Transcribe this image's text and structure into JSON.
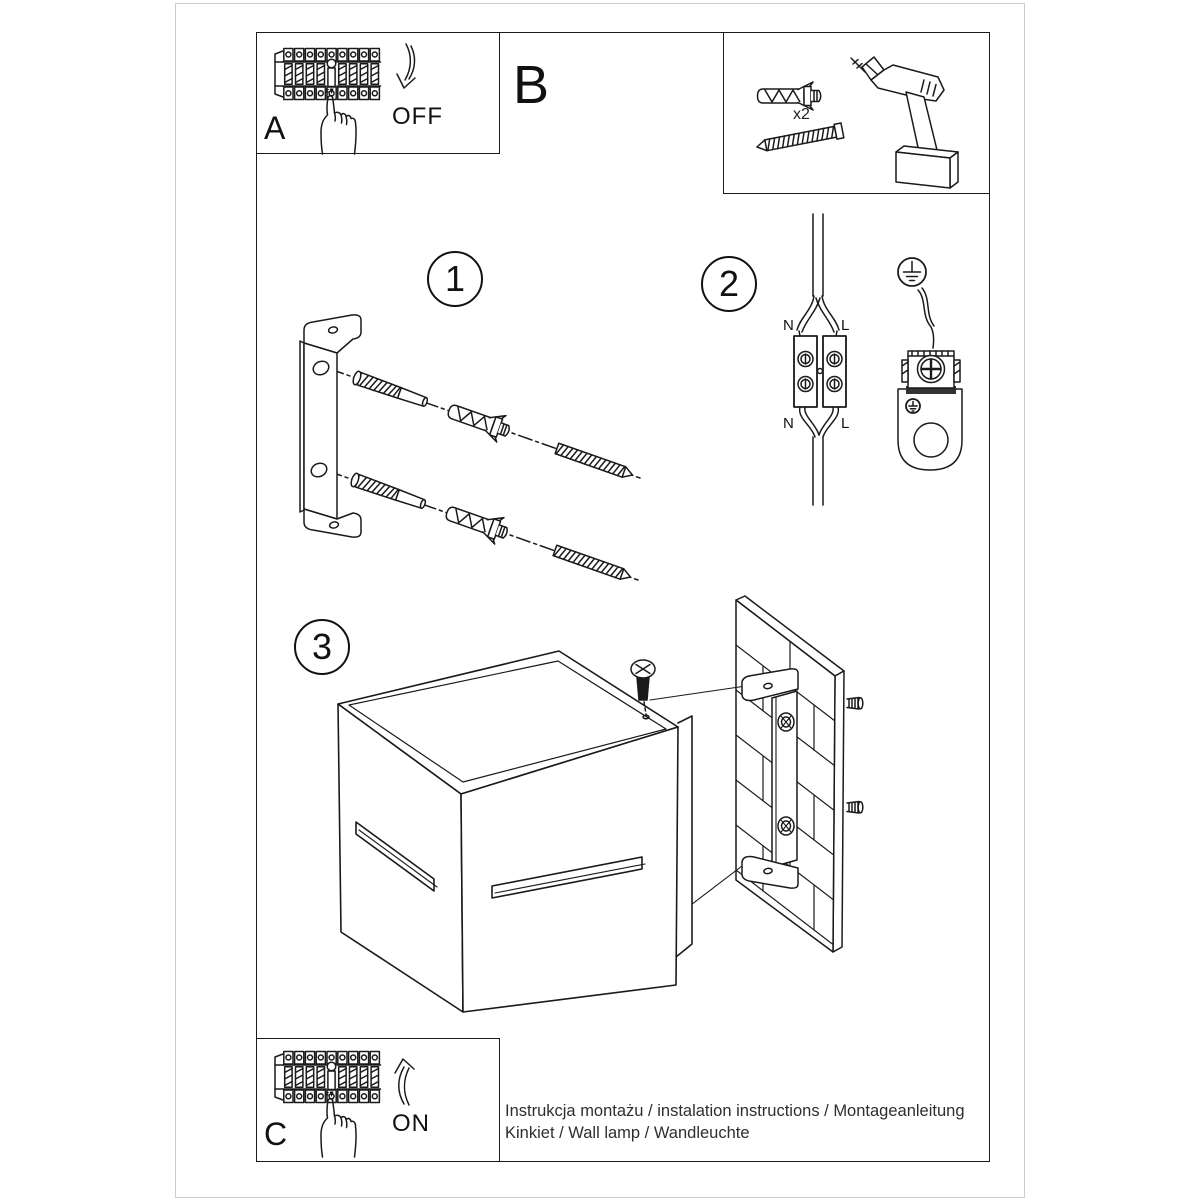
{
  "doc": {
    "caption_line1": "Instrukcja montażu / instalation instructions / Montageanleitung",
    "caption_line2": "Kinkiet / Wall lamp / Wandleuchte"
  },
  "panels": {
    "a_label": "A",
    "a_action": "OFF",
    "b_label": "B",
    "c_label": "C",
    "c_action": "ON"
  },
  "tools": {
    "plug_quantity": "x2"
  },
  "steps": {
    "s1": "1",
    "s2": "2",
    "s3": "3"
  },
  "wiring": {
    "n_in": "N",
    "l_in": "L",
    "n_out": "N",
    "l_out": "L"
  },
  "icons": [
    "circuit-breaker-panel-icon",
    "pointing-hand-icon",
    "curved-arrow-down-icon",
    "curved-arrow-up-icon",
    "wall-plug-icon",
    "screw-icon",
    "drill-icon",
    "mounting-bracket-icon",
    "screw-anchor-assembly-icon",
    "power-cable-icon",
    "terminal-block-icon",
    "earth-symbol-icon",
    "ground-terminal-icon",
    "cube-lamp-icon",
    "brick-wall-icon",
    "mounting-screw-icon"
  ],
  "colors": {
    "line": "#1a1a1a",
    "background": "#ffffff",
    "faint_border": "#cccccc"
  }
}
